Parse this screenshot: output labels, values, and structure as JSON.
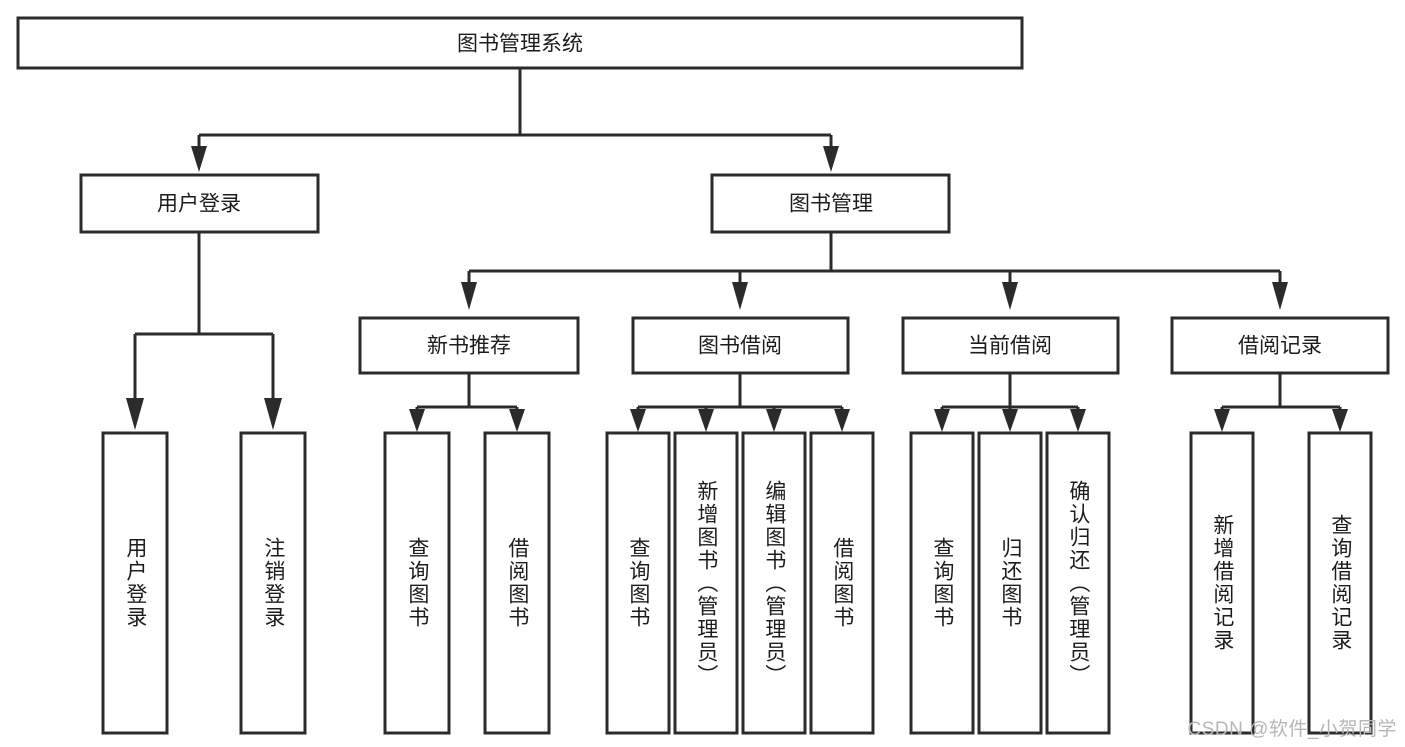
{
  "diagram": {
    "title": "图书管理系统",
    "type": "tree-hierarchy-diagram",
    "colors": {
      "box_stroke": "#2b2b2b",
      "box_fill": "#ffffff",
      "text": "#1c1c1c",
      "background": "#ffffff",
      "watermark": "#b6b6b6"
    },
    "root": {
      "label": "图书管理系统"
    },
    "level2": [
      {
        "id": "user-login",
        "label": "用户登录"
      },
      {
        "id": "book-management",
        "label": "图书管理"
      }
    ],
    "level3": [
      {
        "id": "new-book-recommend",
        "label": "新书推荐"
      },
      {
        "id": "book-borrow",
        "label": "图书借阅"
      },
      {
        "id": "current-borrow",
        "label": "当前借阅"
      },
      {
        "id": "borrow-record",
        "label": "借阅记录"
      }
    ],
    "leaves": {
      "user_login": [
        {
          "id": "leaf-user-login",
          "label": "用户登录"
        },
        {
          "id": "leaf-logout-login",
          "label": "注销登录"
        }
      ],
      "new_book_recommend": [
        {
          "id": "leaf-query-book-1",
          "label": "查询图书"
        },
        {
          "id": "leaf-borrow-book-1",
          "label": "借阅图书"
        }
      ],
      "book_borrow": [
        {
          "id": "leaf-query-book-2",
          "label": "查询图书"
        },
        {
          "id": "leaf-add-book",
          "label": "新增图书（管理员）"
        },
        {
          "id": "leaf-edit-book",
          "label": "编辑图书（管理员）"
        },
        {
          "id": "leaf-borrow-book-2",
          "label": "借阅图书"
        }
      ],
      "current_borrow": [
        {
          "id": "leaf-query-book-3",
          "label": "查询图书"
        },
        {
          "id": "leaf-return-book",
          "label": "归还图书"
        },
        {
          "id": "leaf-confirm-return",
          "label": "确认归还（管理员）"
        }
      ],
      "borrow_record": [
        {
          "id": "leaf-add-borrow-record",
          "label": "新增借阅记录"
        },
        {
          "id": "leaf-query-borrow-record",
          "label": "查询借阅记录"
        }
      ]
    }
  },
  "watermark": {
    "text": "CSDN @软件_小贺同学"
  }
}
